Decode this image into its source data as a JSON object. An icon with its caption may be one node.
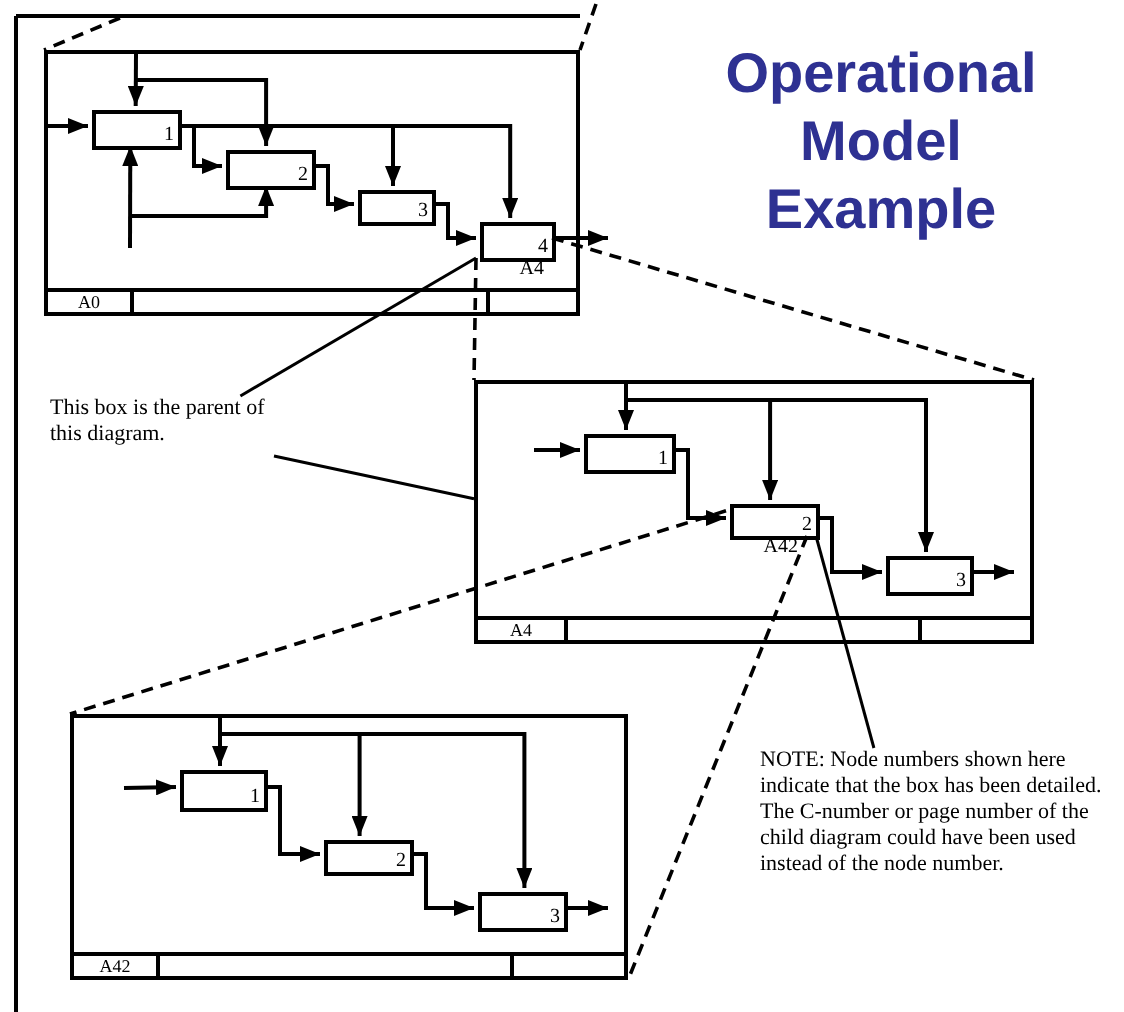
{
  "diagram": {
    "title": "Operational Model Example",
    "nodes": [
      {
        "text": [
          "A0"
        ]
      },
      {
        "text": [
          "1"
        ],
        "in": 0
      },
      {
        "text": [
          "2"
        ],
        "in": 0
      },
      {
        "text": [
          "3"
        ],
        "in": 0
      },
      {
        "text": [
          "4"
        ],
        "in": 0,
        "beside": [
          "A4"
        ]
      },
      {
        "text": [
          "A4"
        ]
      },
      {
        "text": [
          "1"
        ],
        "in": 5
      },
      {
        "text": [
          "2"
        ],
        "in": 5,
        "beside": [
          "A42"
        ]
      },
      {
        "text": [
          "3"
        ],
        "in": 5
      },
      {
        "text": [
          "A42"
        ]
      },
      {
        "text": [
          "1"
        ],
        "in": 9
      },
      {
        "text": [
          "2"
        ],
        "in": 9
      },
      {
        "text": [
          "3"
        ],
        "in": 9
      },
      {
        "text": [
          "This box is the parent of this diagram."
        ]
      },
      {
        "text": [
          "NOTE: Node numbers shown here indicate that the box has been detailed. The C-number or page number of the child diagram could have been used instead of the node number."
        ]
      }
    ],
    "edges": [
      {
        "from": null,
        "to": 1,
        "arrow": "to"
      },
      {
        "from": null,
        "to": 1,
        "arrow": "to"
      },
      {
        "from": null,
        "to": 2,
        "arrow": "to"
      },
      {
        "from": null,
        "to": 1,
        "arrow": "to"
      },
      {
        "from": null,
        "to": 2,
        "arrow": "to"
      },
      {
        "from": 1,
        "to": 2,
        "arrow": "to"
      },
      {
        "from": 1,
        "to": 3,
        "arrow": "to"
      },
      {
        "from": 1,
        "to": 4,
        "arrow": "to"
      },
      {
        "from": 2,
        "to": 3,
        "arrow": "to"
      },
      {
        "from": 3,
        "to": 4,
        "arrow": "to"
      },
      {
        "from": 4,
        "to": null,
        "arrow": "to"
      },
      {
        "from": null,
        "to": 6,
        "arrow": "to"
      },
      {
        "from": null,
        "to": 6,
        "arrow": "to"
      },
      {
        "from": null,
        "to": 7,
        "arrow": "to"
      },
      {
        "from": null,
        "to": 8,
        "arrow": "to"
      },
      {
        "from": 6,
        "to": 7,
        "arrow": "to"
      },
      {
        "from": 7,
        "to": 8,
        "arrow": "to"
      },
      {
        "from": 8,
        "to": null,
        "arrow": "to"
      },
      {
        "from": null,
        "to": 10,
        "arrow": "to"
      },
      {
        "from": null,
        "to": 10,
        "arrow": "to"
      },
      {
        "from": null,
        "to": 11,
        "arrow": "to"
      },
      {
        "from": null,
        "to": 12,
        "arrow": "to"
      },
      {
        "from": 10,
        "to": 11,
        "arrow": "to"
      },
      {
        "from": 11,
        "to": 12,
        "arrow": "to"
      },
      {
        "from": 12,
        "to": null,
        "arrow": "to"
      },
      {
        "from": 4,
        "to": 5,
        "arrow": "none",
        "style": "dashed"
      },
      {
        "from": 4,
        "to": 5,
        "arrow": "none",
        "style": "dashed"
      },
      {
        "from": 7,
        "to": 9,
        "arrow": "none",
        "style": "dashed"
      },
      {
        "from": 7,
        "to": 9,
        "arrow": "none",
        "style": "dashed"
      },
      {
        "from": null,
        "to": 0,
        "arrow": "none",
        "style": "dashed"
      },
      {
        "from": null,
        "to": 0,
        "arrow": "none",
        "style": "dashed"
      },
      {
        "from": 13,
        "to": 4,
        "arrow": "none"
      },
      {
        "from": 13,
        "to": 5,
        "arrow": "none"
      },
      {
        "from": 14,
        "to": 7,
        "arrow": "none"
      }
    ]
  }
}
